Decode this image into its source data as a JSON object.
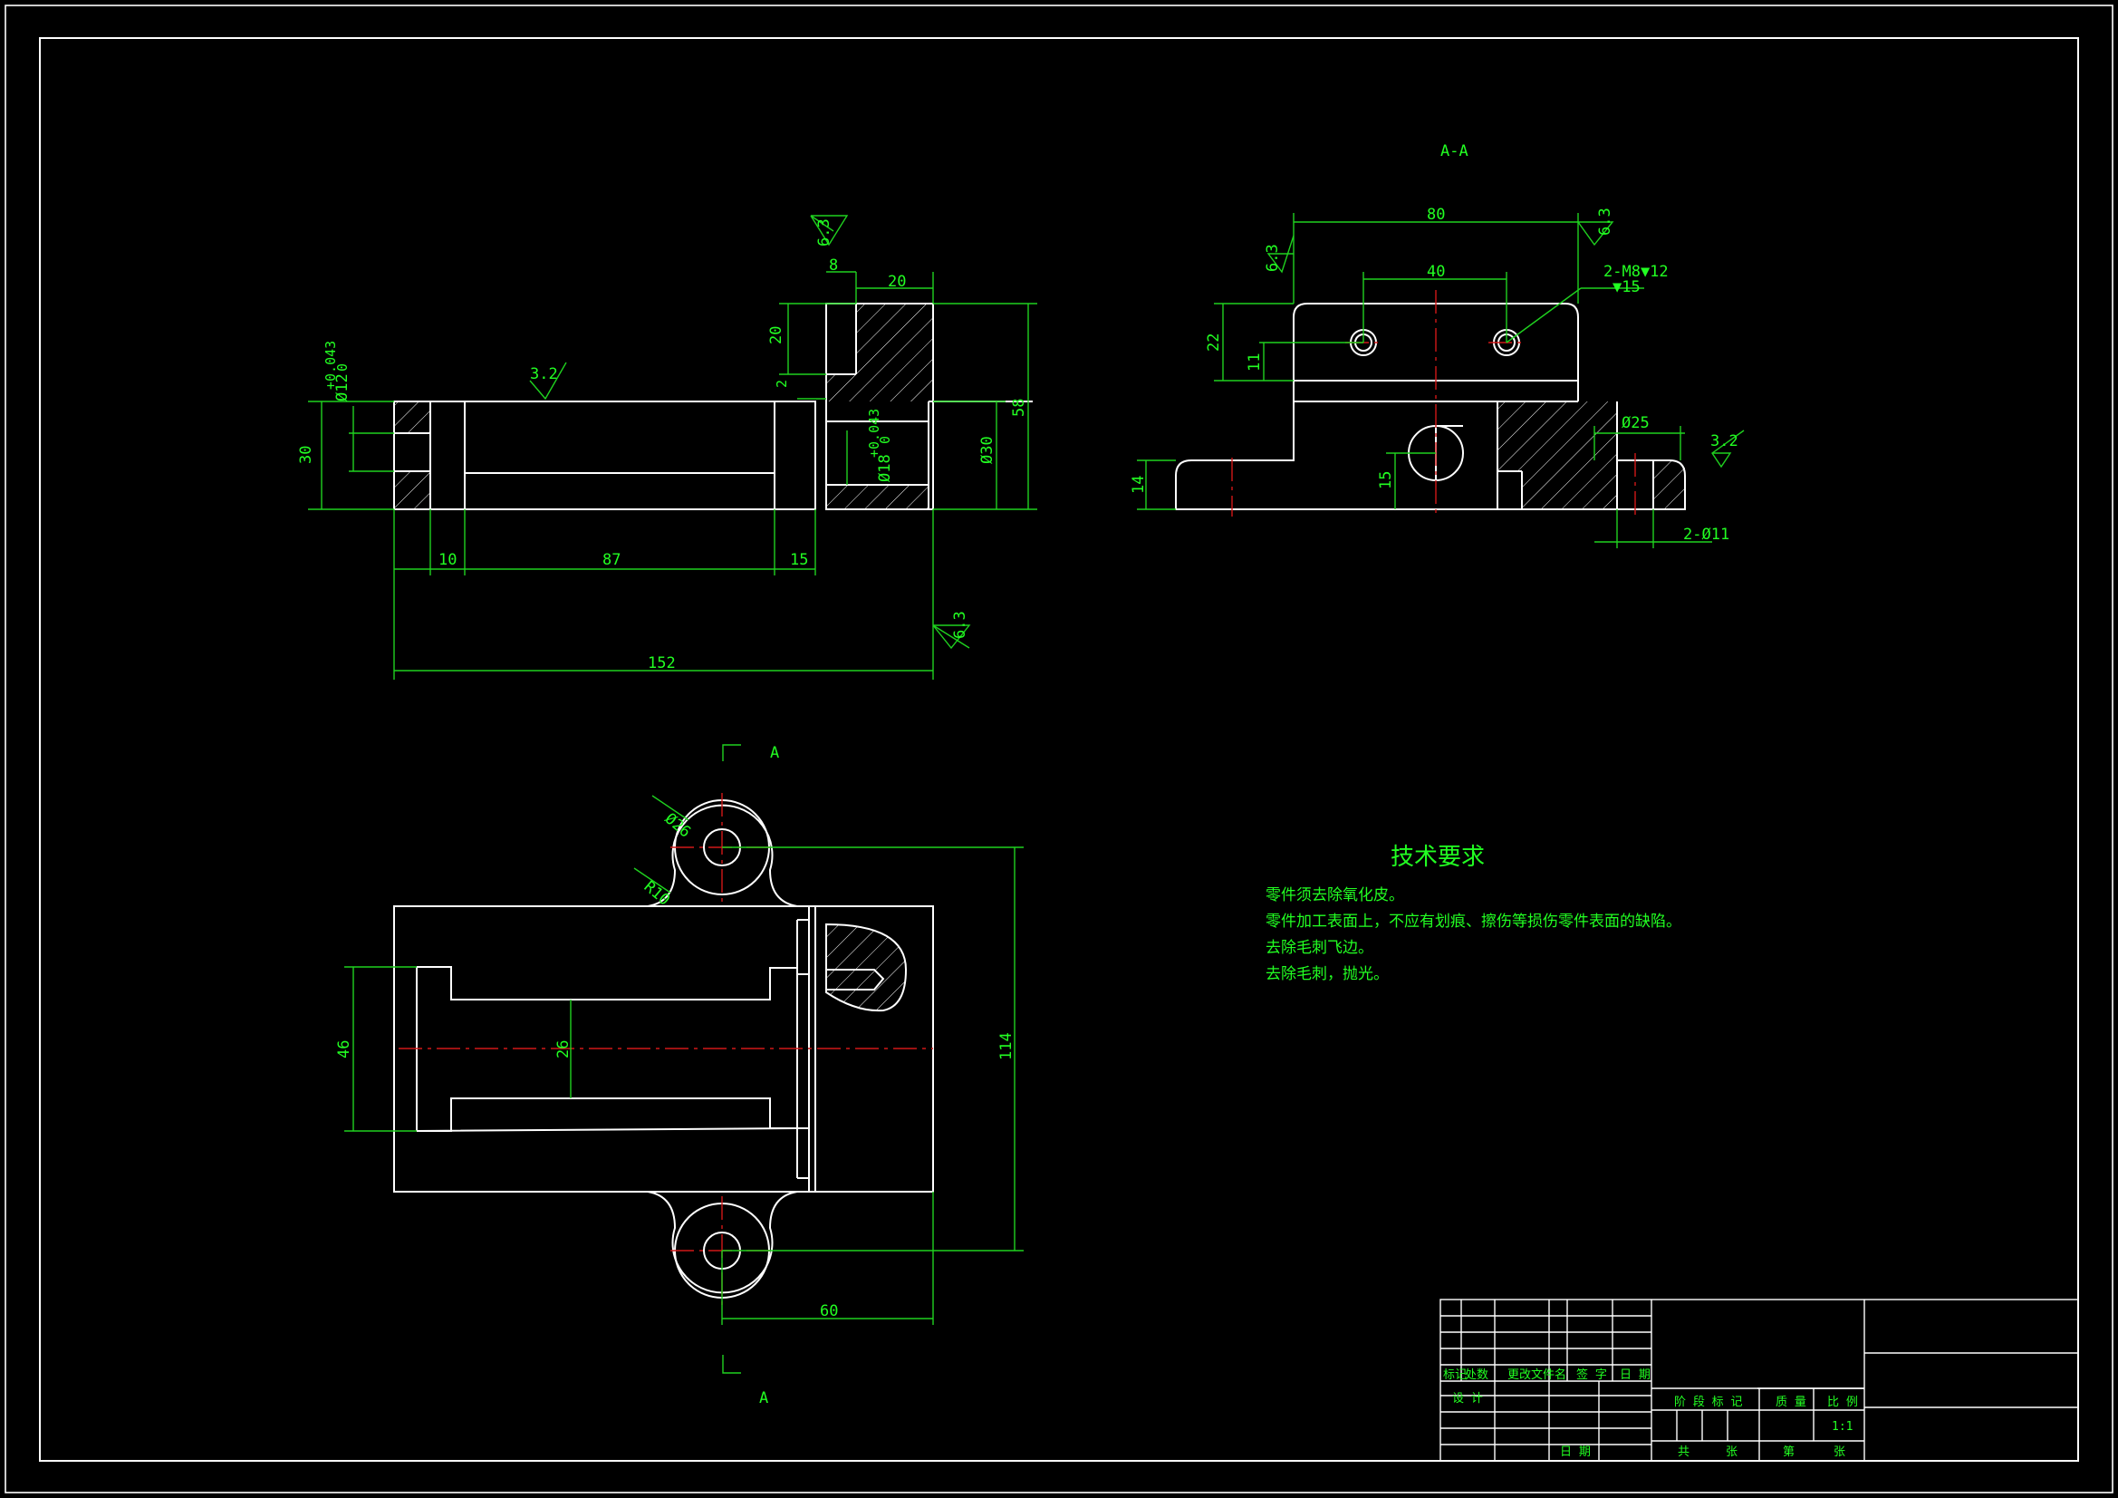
{
  "section_label": "A-A",
  "section_marker": "A",
  "views": {
    "front": {
      "dims": {
        "d8": "8",
        "d20_top": "20",
        "d20_left": "20",
        "d2": "2",
        "dia12": "Ø12",
        "dia12_tol_up": "+0.043",
        "dia12_tol_low": "0",
        "d30": "30",
        "d10": "10",
        "d87": "87",
        "d15": "15",
        "d152": "152",
        "dia18": "Ø18",
        "dia18_tol_up": "+0.043",
        "dia18_tol_low": "0",
        "dia30": "Ø30",
        "d58": "58"
      },
      "roughness": [
        "3.2",
        "6.3",
        "6.3"
      ]
    },
    "section": {
      "dims": {
        "d80": "80",
        "d40": "40",
        "d22": "22",
        "d11": "11",
        "d14": "14",
        "d15": "15",
        "dia25": "Ø25",
        "holes_m8": "2-M8▼12",
        "holes_m8_depth": "▼15",
        "holes_11": "2-Ø11"
      },
      "roughness": [
        "6.3",
        "6.3",
        "3.2"
      ]
    },
    "top": {
      "dims": {
        "dia26": "Ø26",
        "r10": "R10",
        "d46": "46",
        "d26": "26",
        "d114": "114",
        "d60": "60"
      }
    }
  },
  "tech_requirements": {
    "heading": "技术要求",
    "items": [
      "零件须去除氧化皮。",
      "零件加工表面上，不应有划痕、擦伤等损伤零件表面的缺陷。",
      "去除毛刺飞边。",
      "去除毛刺，抛光。"
    ]
  },
  "title_block": {
    "row_labels": [
      "标记",
      "处数",
      "更改文件名",
      "签 字",
      "日 期"
    ],
    "design_label": "设 计",
    "date_label": "日 期",
    "stage_label": "阶 段 标 记",
    "weight_label": "质 量",
    "scale_label": "比 例",
    "scale_value": "1:1",
    "total_label": "共",
    "sheets_label": "张",
    "sheet_no_label": "第",
    "sheet_label2": "张"
  }
}
